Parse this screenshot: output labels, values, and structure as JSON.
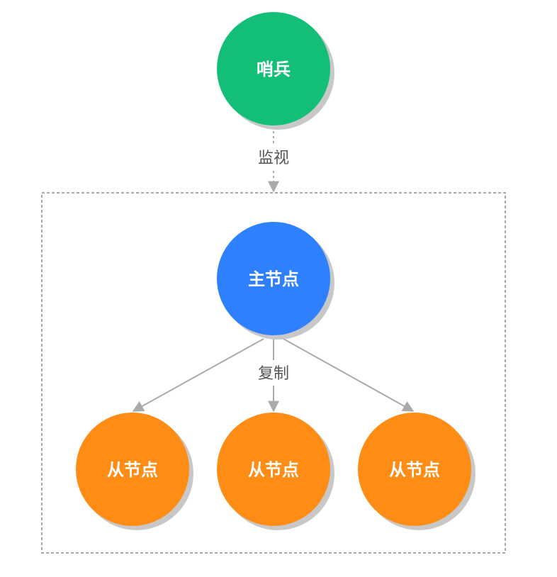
{
  "nodes": {
    "sentinel": {
      "label": "哨兵",
      "color": "#13bf77"
    },
    "master": {
      "label": "主节点",
      "color": "#2f80ff"
    },
    "slaves": [
      {
        "label": "从节点",
        "color": "#ff8c14"
      },
      {
        "label": "从节点",
        "color": "#ff8c14"
      },
      {
        "label": "从节点",
        "color": "#ff8c14"
      }
    ]
  },
  "edges": {
    "monitor_label": "监视",
    "replicate_label": "复制"
  },
  "colors": {
    "arrow": "#aaaaaa",
    "dashed_border": "#888888",
    "shadow": "#c8c8c8"
  }
}
